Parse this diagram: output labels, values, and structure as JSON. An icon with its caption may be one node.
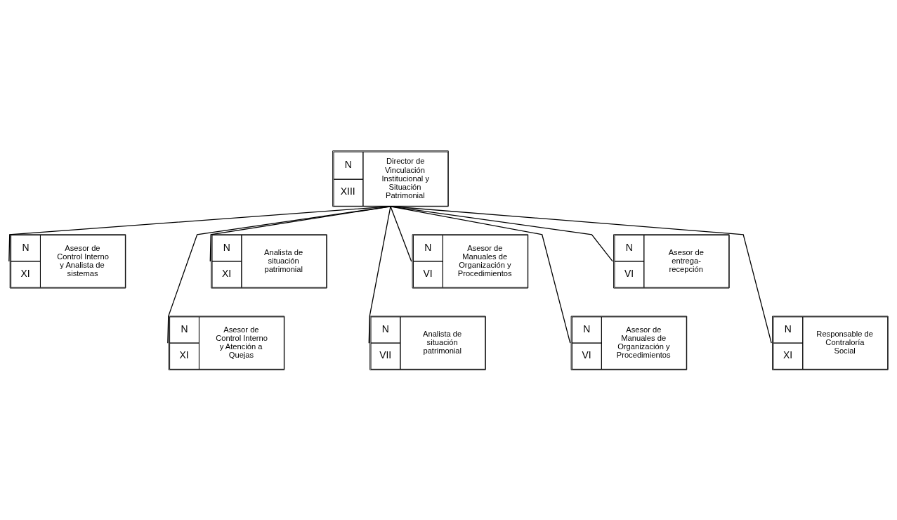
{
  "diagram": {
    "nodes": [
      {
        "text": [
          "N",
          "XIII",
          "Director de Vinculación Institucional y Situación Patrimonial"
        ]
      },
      {
        "text": [
          "N",
          "XI",
          "Asesor de Control Interno y Analista de sistemas"
        ]
      },
      {
        "text": [
          "N",
          "XI",
          "Analista de situación patrimonial"
        ]
      },
      {
        "text": [
          "N",
          "VI",
          "Asesor de Manuales de Organización y Procedimientos"
        ]
      },
      {
        "text": [
          "N",
          "VI",
          "Asesor de entrega-recepción"
        ]
      },
      {
        "text": [
          "N",
          "XI",
          "Asesor de Control Interno y Atención a Quejas"
        ]
      },
      {
        "text": [
          "N",
          "VII",
          "Analista de situación patrimonial"
        ]
      },
      {
        "text": [
          "N",
          "VI",
          "Asesor de Manuales de Organización y Procedimientos"
        ]
      },
      {
        "text": [
          "N",
          "XI",
          "Responsable de Contraloría Social"
        ]
      }
    ],
    "edges": [
      {
        "from": 0,
        "to": 1,
        "arrow": "none"
      },
      {
        "from": 0,
        "to": 5,
        "arrow": "none"
      },
      {
        "from": 0,
        "to": 2,
        "arrow": "none"
      },
      {
        "from": 0,
        "to": 6,
        "arrow": "none"
      },
      {
        "from": 0,
        "to": 3,
        "arrow": "none"
      },
      {
        "from": 0,
        "to": 7,
        "arrow": "none"
      },
      {
        "from": 0,
        "to": 4,
        "arrow": "none"
      },
      {
        "from": 0,
        "to": 8,
        "arrow": "none"
      }
    ]
  }
}
